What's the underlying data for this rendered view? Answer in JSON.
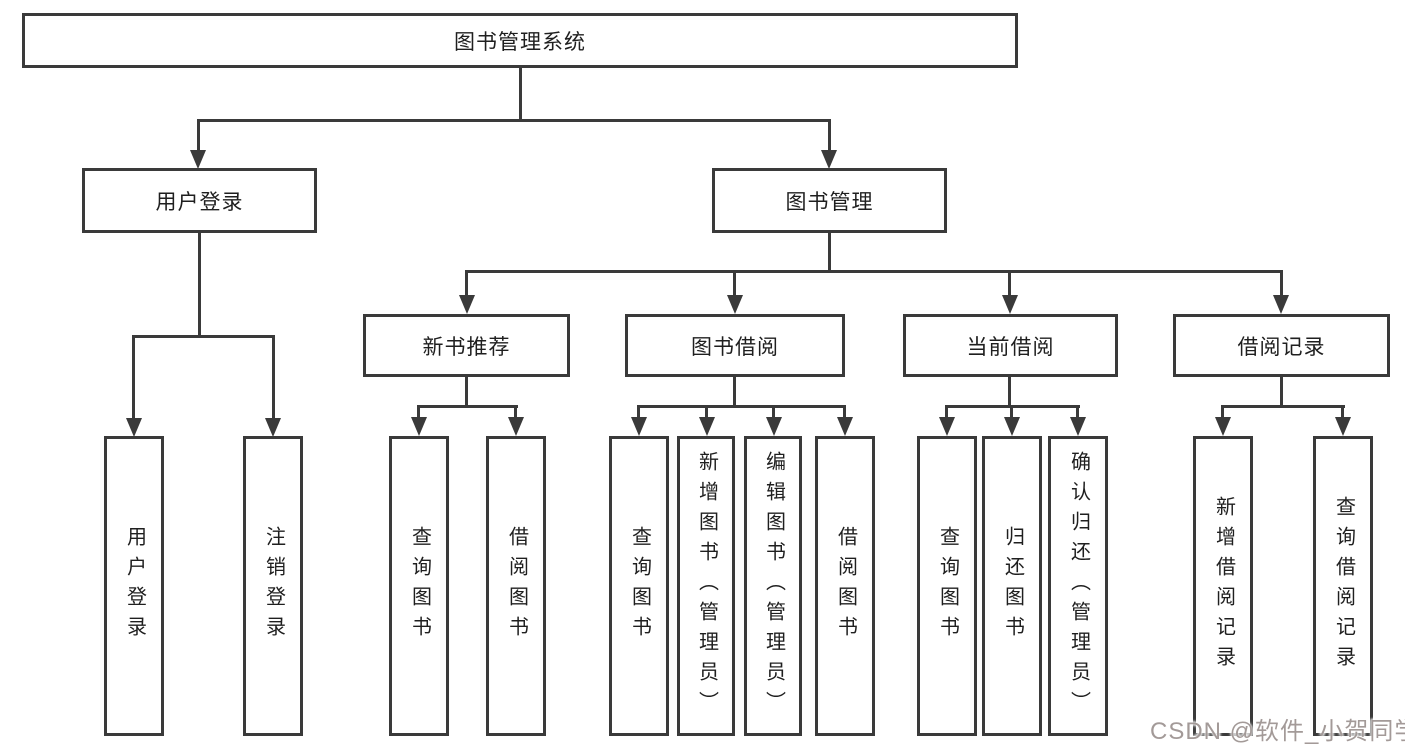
{
  "title": "图书管理系统",
  "tree": {
    "root": {
      "label": "图书管理系统"
    },
    "level2": [
      {
        "label": "用户登录",
        "children": [
          {
            "label": "用户登录"
          },
          {
            "label": "注销登录"
          }
        ]
      },
      {
        "label": "图书管理",
        "children": [
          {
            "label": "新书推荐",
            "children": [
              {
                "label": "查询图书"
              },
              {
                "label": "借阅图书"
              }
            ]
          },
          {
            "label": "图书借阅",
            "children": [
              {
                "label": "查询图书"
              },
              {
                "label": "新增图书（管理员）"
              },
              {
                "label": "编辑图书（管理员）"
              },
              {
                "label": "借阅图书"
              }
            ]
          },
          {
            "label": "当前借阅",
            "children": [
              {
                "label": "查询图书"
              },
              {
                "label": "归还图书"
              },
              {
                "label": "确认归还（管理员）"
              }
            ]
          },
          {
            "label": "借阅记录",
            "children": [
              {
                "label": "新增借阅记录"
              },
              {
                "label": "查询借阅记录"
              }
            ]
          }
        ]
      }
    ]
  },
  "watermark": {
    "text": "CSDN @软件_小贺同学"
  },
  "colors": {
    "line": "#3a3a3a",
    "text": "#1f1f1f",
    "background": "#ffffff",
    "watermark": "#a39a98"
  }
}
